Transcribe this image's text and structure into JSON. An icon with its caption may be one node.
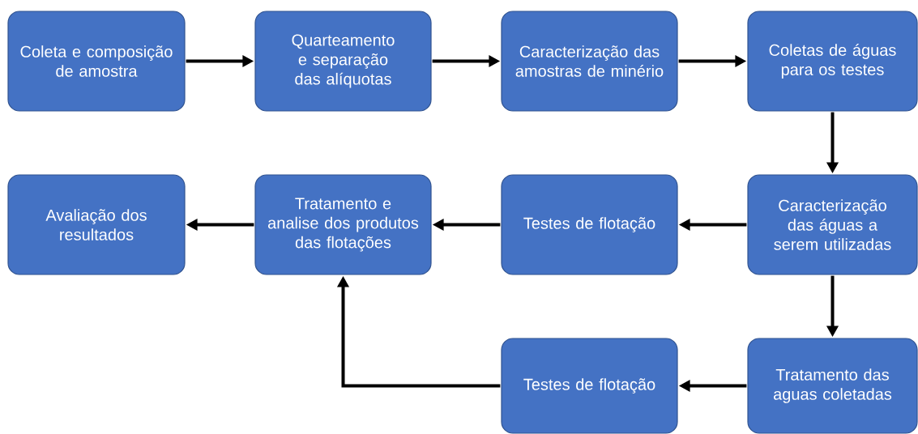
{
  "diagram": {
    "nodes": [
      {
        "text": [
          "Coleta e composição de amostra"
        ]
      },
      {
        "text": [
          "Quarteamento e separação das alíquotas"
        ]
      },
      {
        "text": [
          "Caracterização das amostras de minério"
        ]
      },
      {
        "text": [
          "Coletas de águas para os testes"
        ]
      },
      {
        "text": [
          "Avaliação dos resultados"
        ]
      },
      {
        "text": [
          "Tratamento e analise dos produtos das flotações"
        ]
      },
      {
        "text": [
          "Testes de flotação"
        ]
      },
      {
        "text": [
          "Caracterização das águas a serem utilizadas"
        ]
      },
      {
        "text": [
          "Testes de flotação"
        ]
      },
      {
        "text": [
          "Tratamento das aguas coletadas"
        ]
      }
    ],
    "edges": [
      {
        "from": 0,
        "to": 1,
        "arrow": "to"
      },
      {
        "from": 1,
        "to": 2,
        "arrow": "to"
      },
      {
        "from": 2,
        "to": 3,
        "arrow": "to"
      },
      {
        "from": 3,
        "to": 7,
        "arrow": "to"
      },
      {
        "from": 7,
        "to": 6,
        "arrow": "to"
      },
      {
        "from": 6,
        "to": 5,
        "arrow": "to"
      },
      {
        "from": 5,
        "to": 4,
        "arrow": "to"
      },
      {
        "from": 7,
        "to": 9,
        "arrow": "to"
      },
      {
        "from": 9,
        "to": 8,
        "arrow": "to"
      },
      {
        "from": 8,
        "to": 5,
        "arrow": "to"
      }
    ]
  }
}
